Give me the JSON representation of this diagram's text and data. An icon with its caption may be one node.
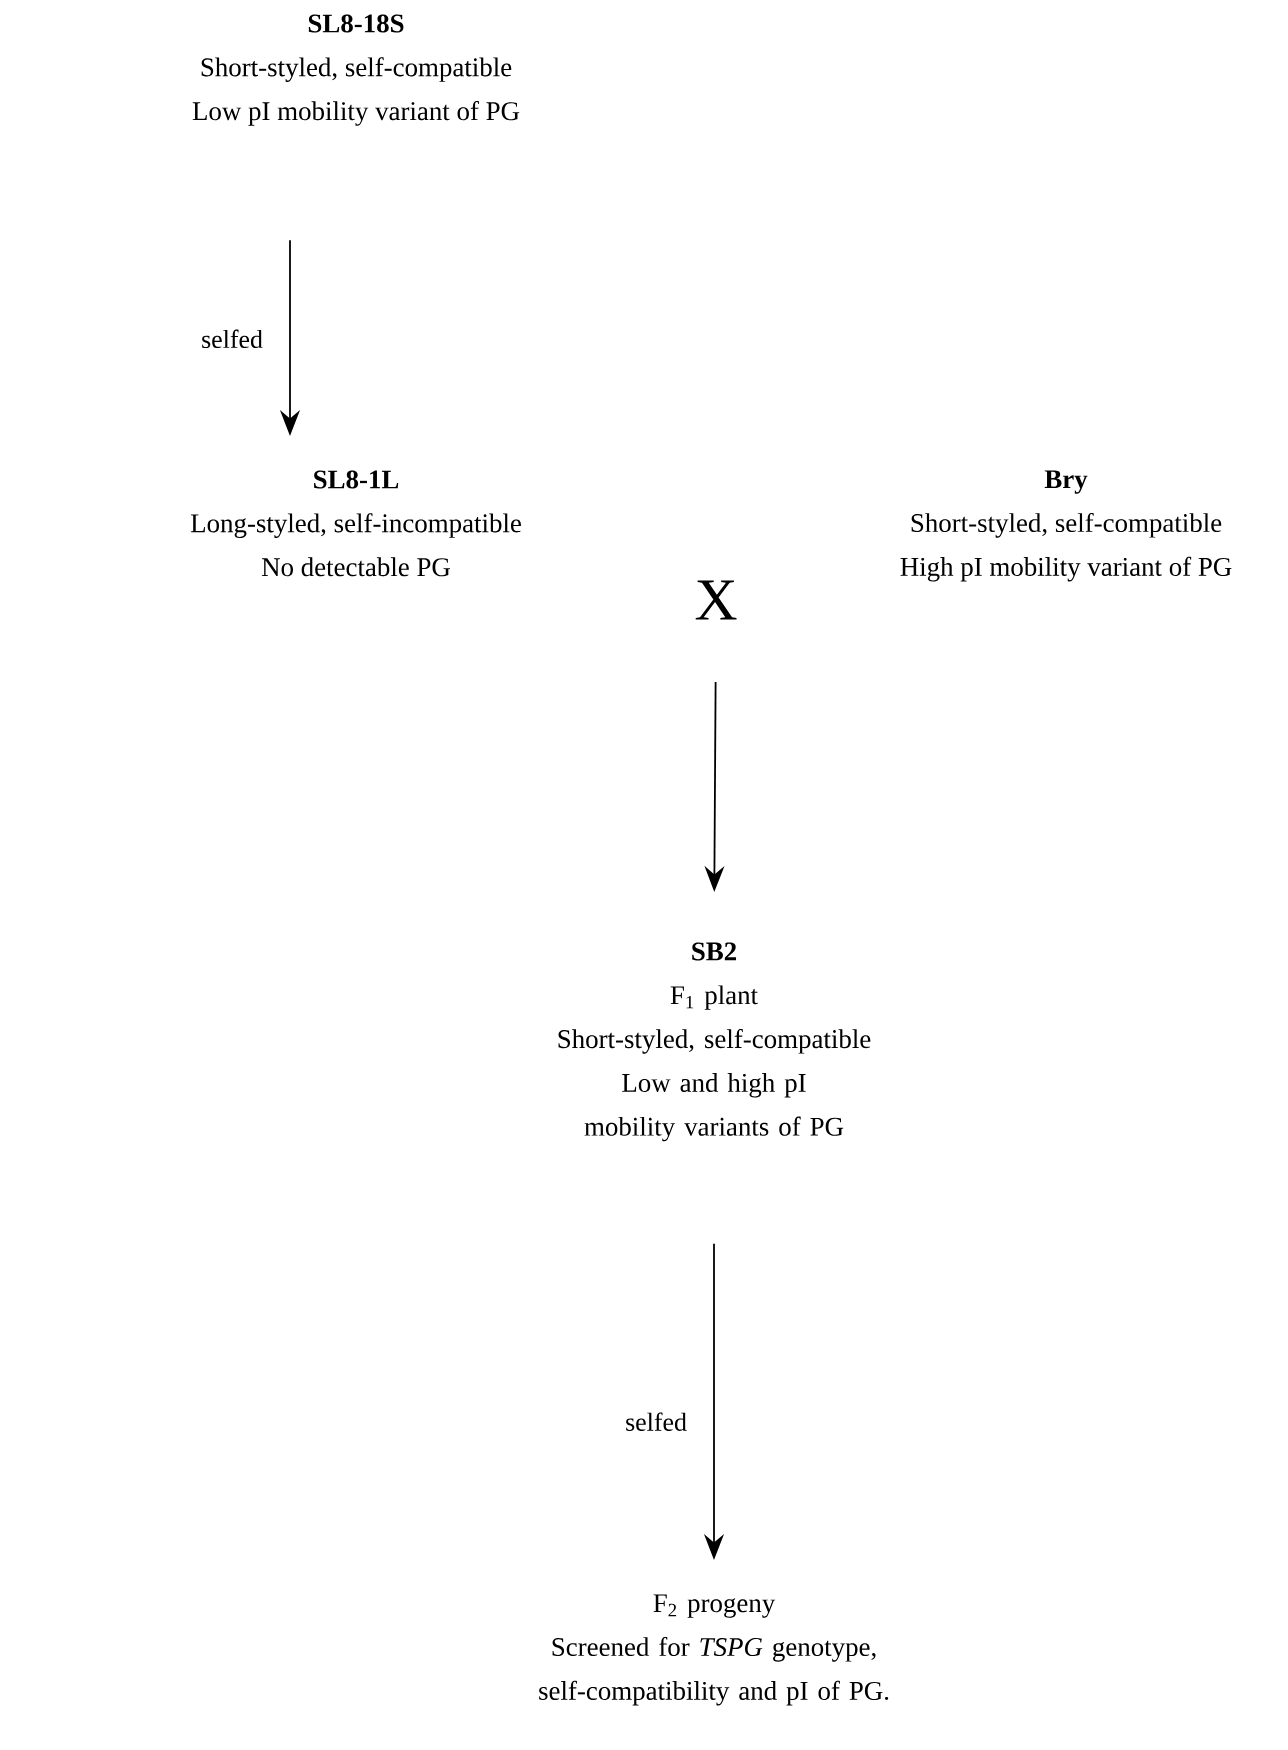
{
  "diagram": {
    "nodes": [
      {
        "text": [
          "SL8-18S",
          "Short-styled, self-compatible",
          "Low pI mobility variant of PG"
        ]
      },
      {
        "text": [
          "SL8-1L",
          "Long-styled, self-incompatible",
          "No detectable PG"
        ]
      },
      {
        "text": [
          "X"
        ]
      },
      {
        "text": [
          "Bry",
          "Short-styled, self-compatible",
          "High pI mobility variant of PG"
        ]
      },
      {
        "text": [
          "SB2",
          "F$_{1}$ plant",
          "Short-styled, self-compatible",
          "Low and high pI mobility variants of PG"
        ]
      },
      {
        "text": [
          "F$_{2}$ progeny",
          "Screened for *TSPG* genotype, self-compatibility and pI of PG."
        ]
      }
    ],
    "edges": [
      {
        "from": 0,
        "to": 1,
        "arrow": "to",
        "label": "selfed"
      },
      {
        "from": 2,
        "to": 4,
        "arrow": "to"
      },
      {
        "from": 4,
        "to": 5,
        "arrow": "to",
        "label": "selfed"
      }
    ]
  }
}
